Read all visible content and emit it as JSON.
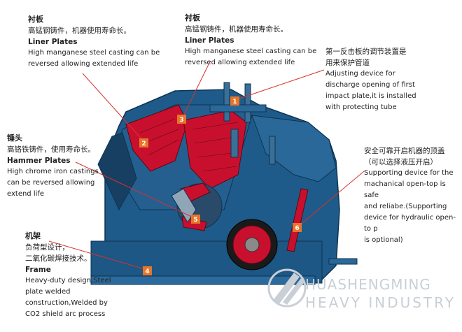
{
  "callouts": [
    {
      "number": "1",
      "cn_title": "第一反击板的调节装置是",
      "cn_line2": "用来保护管道",
      "en_lines": [
        "Adjusting device for",
        "discharge opening of first",
        "impact plate,it is installed",
        "with protecting tube"
      ]
    },
    {
      "number": "2",
      "cn_title": "衬板",
      "cn_line2": "高锰钢铸件，机器使用寿命长。",
      "en_title": "Liner Plates",
      "en_lines": [
        "High manganese steel casting can be",
        "reversed allowing extended life"
      ]
    },
    {
      "number": "3",
      "cn_title": "衬板",
      "cn_line2": "高锰钢铸件，机器使用寿命长。",
      "en_title": "Liner Plates",
      "en_lines": [
        "High manganese steel casting can be",
        "reversed allowing extended life"
      ]
    },
    {
      "number": "4",
      "cn_title": "机架",
      "cn_line2": "负荷型设计，",
      "cn_line3": "二氧化碳焊接技术。",
      "en_title": "Frame",
      "en_lines": [
        "Heavy-duty design,Steel",
        "plate welded",
        "construction,Welded by",
        "CO2 shield arc process"
      ]
    },
    {
      "number": "5",
      "cn_title": "锤头",
      "cn_line2": "高铬铁铸件，使用寿命长。",
      "en_title": "Hammer Plates",
      "en_lines": [
        "High chrome iron castings",
        "can be reversed allowing",
        "extend life"
      ]
    },
    {
      "number": "6",
      "cn_title": "安全可靠开启机器的顶盖",
      "cn_line2": "（可以选择液压开启）",
      "en_lines": [
        "Supporting device for the",
        "machanical open-top is safe",
        "and reliabe.(Supporting",
        "device for hydraulic open-to p",
        "is optional)"
      ]
    }
  ],
  "watermark": {
    "line1": "HUASHENGMING",
    "line2": "HEAVY INDUSTRY"
  },
  "colors": {
    "machine_blue": "#1f5f8f",
    "machine_dark": "#143f63",
    "liner_red": "#c8102e",
    "callout_orange": "#e8742a",
    "leader_red": "#d9302a"
  }
}
